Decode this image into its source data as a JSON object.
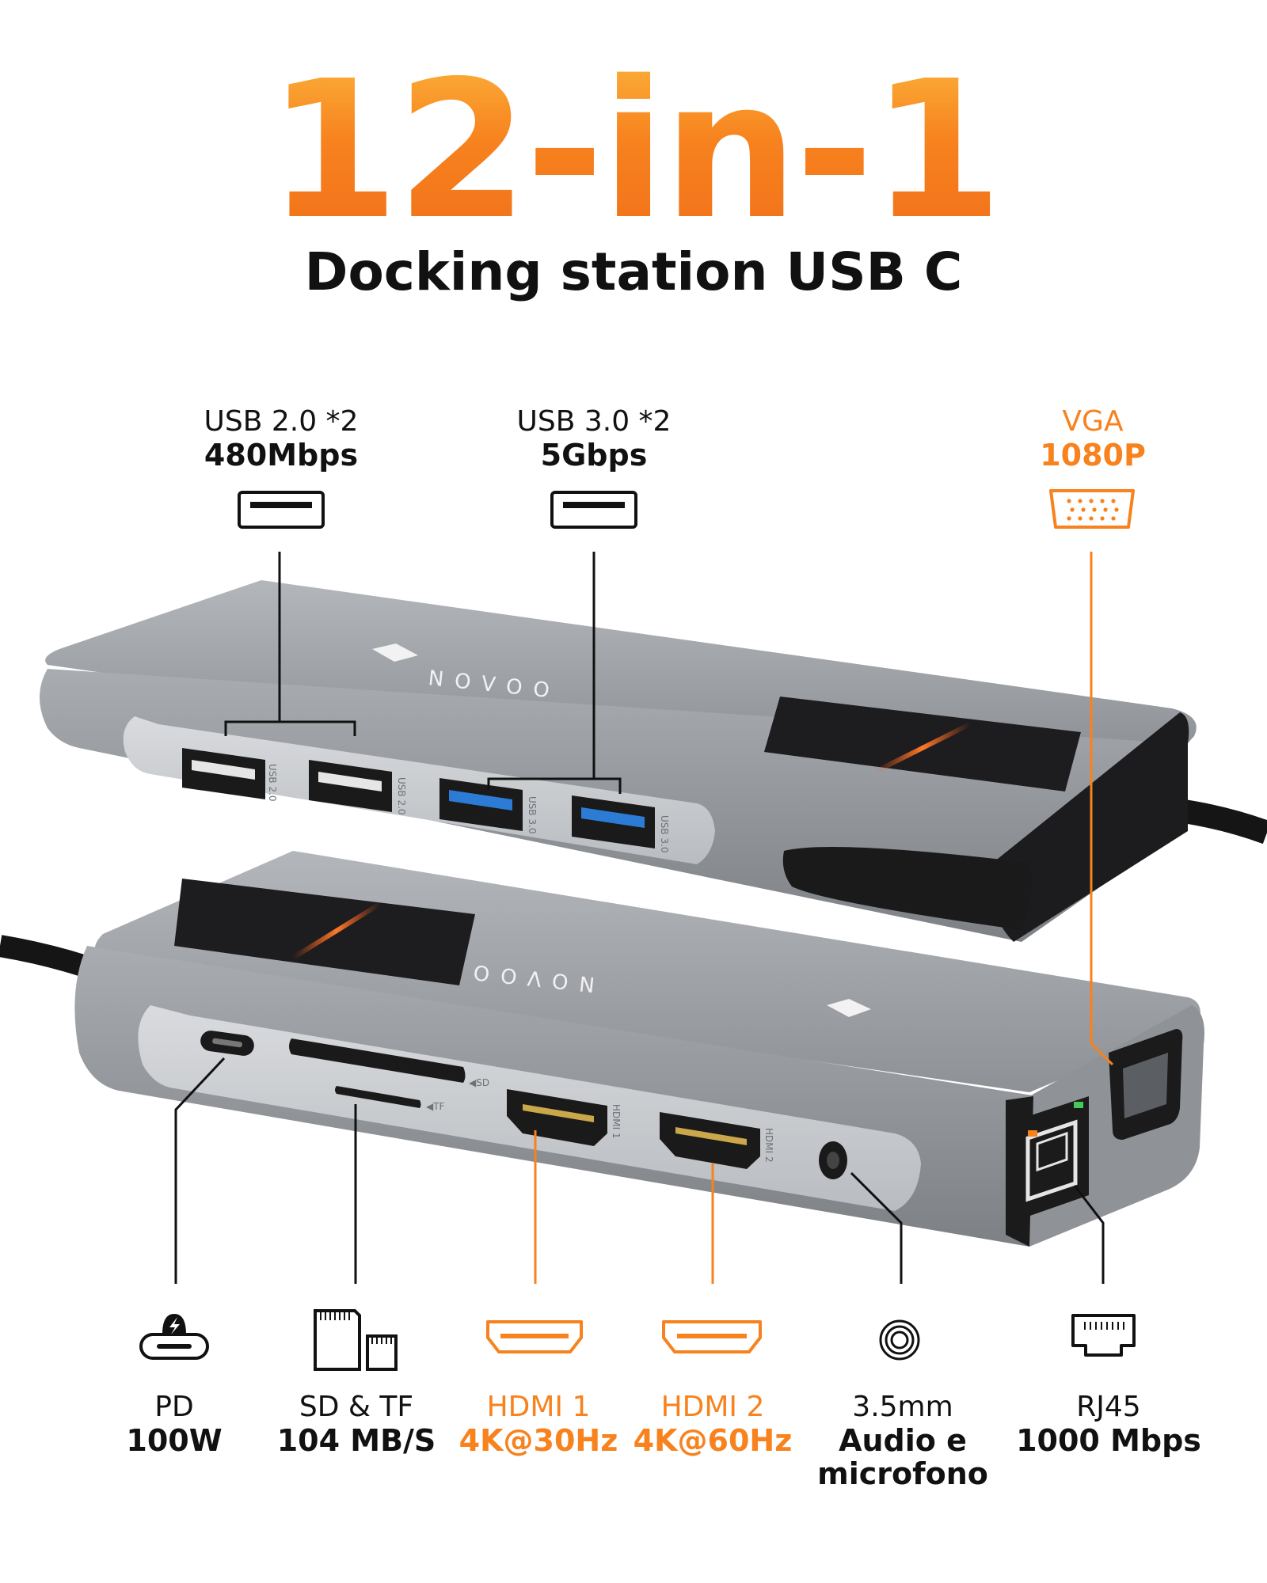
{
  "headline": "12-in-1",
  "subtitle": "Docking station USB C",
  "brand": "NOVOO",
  "colors": {
    "accent": "#f7821e",
    "text": "#111111",
    "aluminum": "#9ea1a6",
    "port_blue": "#2c7cd6"
  },
  "top_ports": [
    {
      "name": "USB 2.0 *2",
      "spec": "480Mbps",
      "icon": "usb-a-icon",
      "accent": false
    },
    {
      "name": "USB 3.0 *2",
      "spec": "5Gbps",
      "icon": "usb-a-icon",
      "accent": false
    },
    {
      "name": "VGA",
      "spec": "1080P",
      "icon": "vga-icon",
      "accent": true
    }
  ],
  "port_engravings": {
    "usb2": "USB 2.0",
    "usb3": "USB 3.0",
    "sd": "◀SD",
    "tf": "◀TF",
    "hdmi1": "HDMI 1",
    "hdmi2": "HDMI 2"
  },
  "bottom_ports": [
    {
      "name": "PD",
      "spec": "100W",
      "icon": "usb-c-power-icon",
      "accent": false
    },
    {
      "name": "SD & TF",
      "spec": "104 MB/S",
      "icon": "sd-card-icon",
      "accent": false
    },
    {
      "name": "HDMI 1",
      "spec": "4K@30Hz",
      "icon": "hdmi-icon",
      "accent": true
    },
    {
      "name": "HDMI 2",
      "spec": "4K@60Hz",
      "icon": "hdmi-icon",
      "accent": true
    },
    {
      "name": "3.5mm",
      "spec": "Audio e microfono",
      "icon": "audio-jack-icon",
      "accent": false
    },
    {
      "name": "RJ45",
      "spec": "1000 Mbps",
      "icon": "ethernet-icon",
      "accent": false
    }
  ]
}
